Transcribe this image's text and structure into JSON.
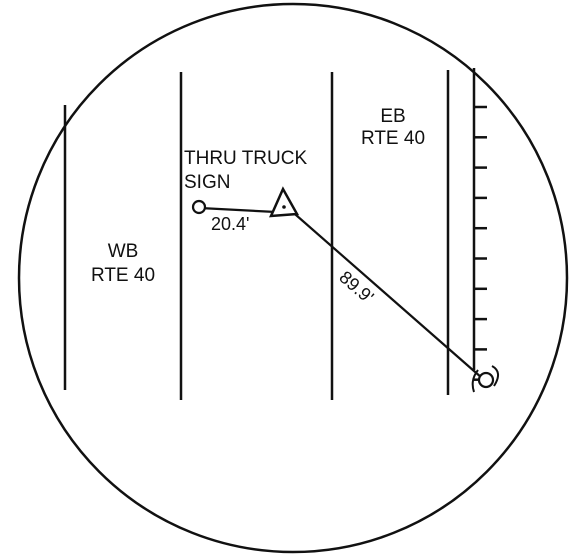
{
  "diagram": {
    "labels": {
      "wb_direction": "WB",
      "wb_route": "RTE 40",
      "eb_direction": "EB",
      "eb_route": "RTE 40",
      "sign_line1": "THRU TRUCK",
      "sign_line2": "SIGN"
    },
    "dimensions": {
      "sign_to_station": "20.4'",
      "station_to_reference": "89.9'"
    },
    "colors": {
      "ink": "#111111",
      "background": "#ffffff"
    }
  }
}
